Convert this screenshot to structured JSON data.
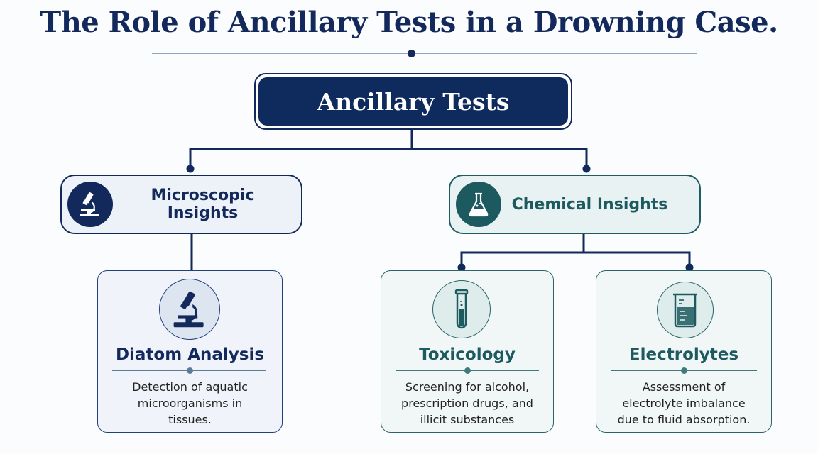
{
  "title": "The Role of Ancillary Tests in a Drowning Case.",
  "root": {
    "label": "Ancillary Tests"
  },
  "branches": [
    {
      "label": "Microscopic Insights",
      "icon": "microscope-icon",
      "color": "#13295b"
    },
    {
      "label": "Chemical Insights",
      "icon": "flask-icon",
      "color": "#1d5a5f"
    }
  ],
  "cards": [
    {
      "title": "Diatom Analysis",
      "description": "Detection of aquatic microorganisms in tissues.",
      "icon": "microscope-icon"
    },
    {
      "title": "Toxicology",
      "description": "Screening for alcohol, prescription drugs, and illicit substances",
      "icon": "test-tube-icon"
    },
    {
      "title": "Electrolytes",
      "description": "Assessment of electrolyte imbalance due to fluid absorption.",
      "icon": "beaker-icon"
    }
  ],
  "colors": {
    "navy": "#13295b",
    "teal": "#1d5a5f"
  }
}
